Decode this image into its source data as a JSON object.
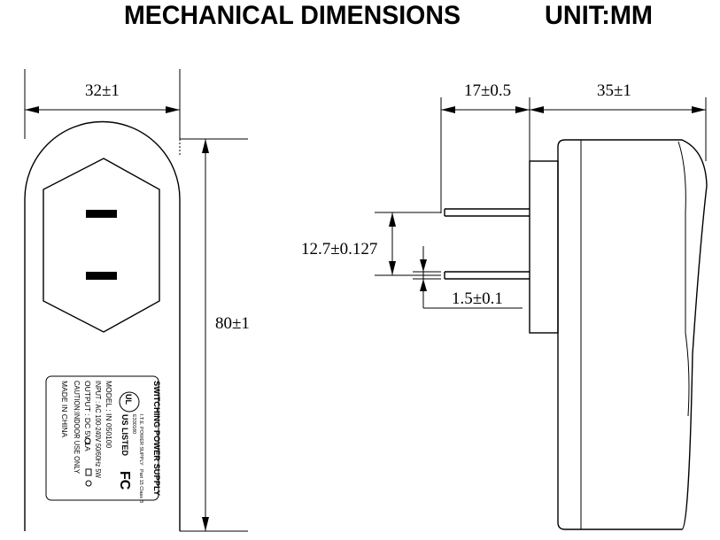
{
  "header": {
    "title": "MECHANICAL DIMENSIONS",
    "unit": "UNIT:MM"
  },
  "dimensions": {
    "front_width": "32±1",
    "height": "80±1",
    "prong_length": "17±0.5",
    "side_depth": "35±1",
    "prong_spacing": "12.7±0.127",
    "prong_thickness": "1.5±0.1"
  },
  "label": {
    "line1": "SWITCHING POWER SUPPLY",
    "line2": "MODEL : IN 050100",
    "line3": "INPUT : AC 100-240V 50/60Hz 5W",
    "line4": "OUTPUT : DC 5V 1A",
    "line5": "CAUTION:INDOOR USE ONLY",
    "line6": "MADE IN CHINA",
    "ul_mark": "UL",
    "ul_listed": "US LISTED",
    "ul_small": "I.T.E. POWER SUPPLY",
    "ul_file": "E330180",
    "fcc_mark": "FC",
    "fcc_small": "Part 15 Class B"
  }
}
